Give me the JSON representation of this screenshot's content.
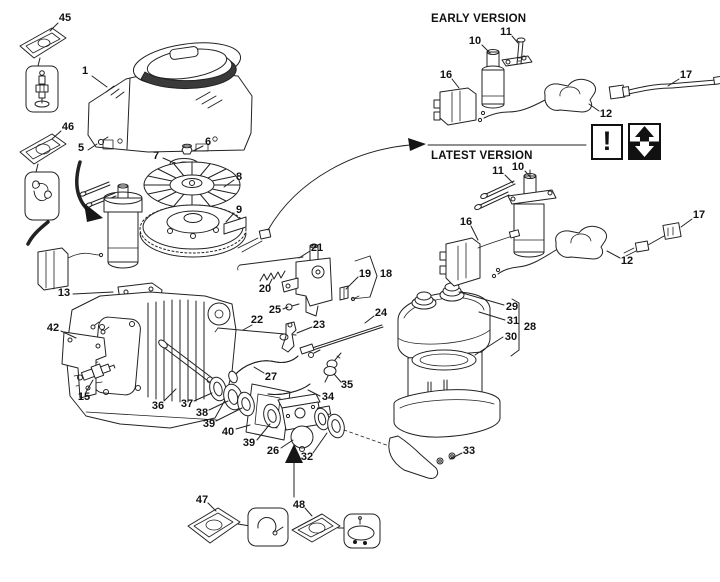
{
  "sections": {
    "early_label": "EARLY VERSION",
    "latest_label": "LATEST VERSION"
  },
  "warning": {
    "exclamation": "!",
    "icons": [
      "exclamation-mark-icon",
      "up-down-arrows-icon"
    ]
  },
  "callouts": {
    "n45": "45",
    "n1": "1",
    "n46": "46",
    "n5": "5",
    "n7": "7",
    "n6": "6",
    "n8": "8",
    "n9": "9",
    "n13": "13",
    "n42": "42",
    "n15": "15",
    "n36": "36",
    "n37": "37",
    "n38": "38",
    "n39a": "39",
    "n40": "40",
    "n39b": "39",
    "n26": "26",
    "n32": "32",
    "n21": "21",
    "n20": "20",
    "n25": "25",
    "n22": "22",
    "n23": "23",
    "n24": "24",
    "n19": "19",
    "n18": "18",
    "n27": "27",
    "n35": "35",
    "n34": "34",
    "n29": "29",
    "n31": "31",
    "n28": "28",
    "n30": "30",
    "n33": "33",
    "n47": "47",
    "n48": "48",
    "e10": "10",
    "e11": "11",
    "e16": "16",
    "e12": "12",
    "e17": "17",
    "l10": "10",
    "l11": "11",
    "l16": "16",
    "l12": "12",
    "l17": "17"
  },
  "colors": {
    "line": "#222222",
    "background": "#ffffff",
    "shade": "#3a3a3a"
  }
}
